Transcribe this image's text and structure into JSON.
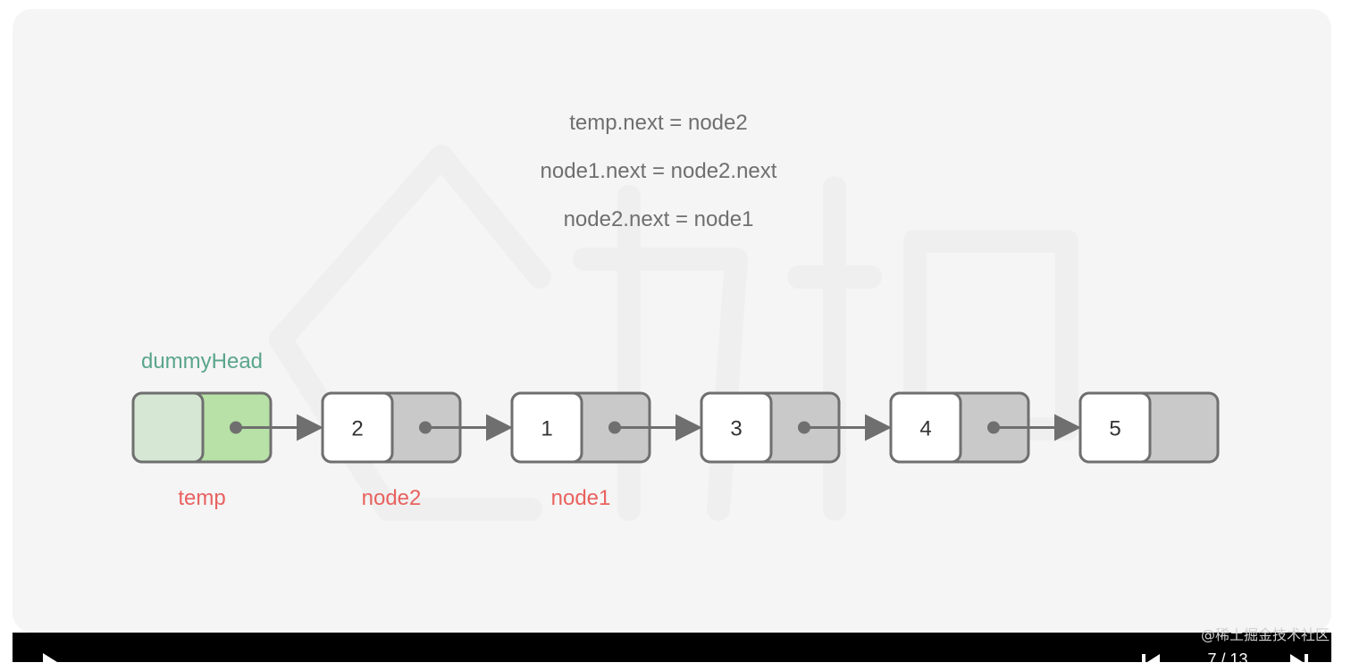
{
  "code_lines": [
    "temp.next = node2",
    "node1.next = node2.next",
    "node2.next = node1"
  ],
  "head_label": "dummyHead",
  "nodes": [
    {
      "value": "",
      "label": "temp",
      "kind": "dummy"
    },
    {
      "value": "2",
      "label": "node2",
      "kind": "normal"
    },
    {
      "value": "1",
      "label": "node1",
      "kind": "normal"
    },
    {
      "value": "3",
      "label": "",
      "kind": "normal"
    },
    {
      "value": "4",
      "label": "",
      "kind": "normal"
    },
    {
      "value": "5",
      "label": "",
      "kind": "tail"
    }
  ],
  "player": {
    "counter": "7 / 13"
  },
  "watermark": "@稀土掘金技术社区",
  "colors": {
    "panel_bg": "#f5f5f5",
    "pointer_label": "#e8625f",
    "head_label": "#5aa58c",
    "dummy_value_fill": "#d6e8d4",
    "dummy_next_fill": "#b7e1a6",
    "next_fill": "#c9c9c9",
    "node_stroke": "#6f6f6f",
    "arrow": "#6f6f6f",
    "text": "#333333"
  }
}
